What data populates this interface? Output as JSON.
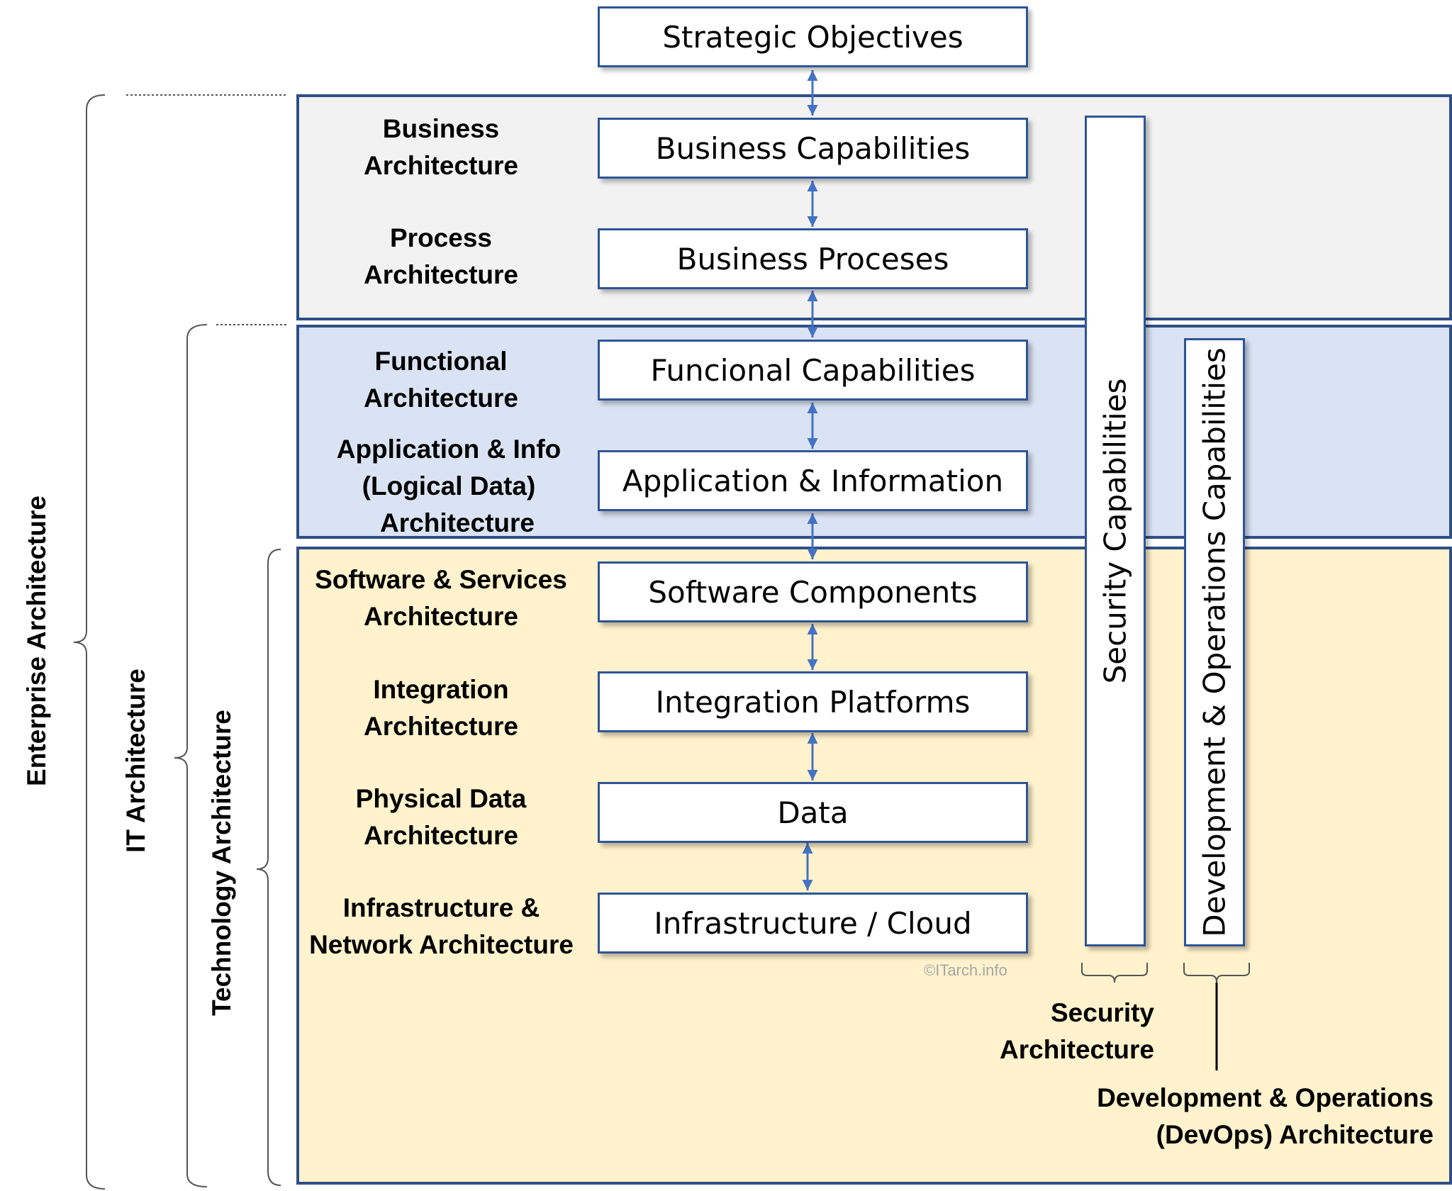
{
  "layers": {
    "strategic_objectives": "Strategic Objectives",
    "business_capabilities": "Business Capabilities",
    "business_processes": "Business Proceses",
    "functional_capabilities": "Funcional Capabilities",
    "application_information": "Application & Information",
    "software_components": "Software Components",
    "integration_platforms": "Integration Platforms",
    "data": "Data",
    "infrastructure_cloud": "Infrastructure / Cloud"
  },
  "architecture_labels": {
    "business": [
      "Business",
      "Architecture"
    ],
    "process": [
      "Process",
      "Architecture"
    ],
    "functional": [
      "Functional",
      "Architecture"
    ],
    "application_info": [
      "Application & Info",
      "(Logical Data)",
      "Architecture"
    ],
    "software_services": [
      "Software & Services",
      "Architecture"
    ],
    "integration": [
      "Integration",
      "Architecture"
    ],
    "physical_data": [
      "Physical Data",
      "Architecture"
    ],
    "infrastructure_network": [
      "Infrastructure &",
      "Network Architecture"
    ]
  },
  "cross_cutting": {
    "security_capabilities": "Security Capabilities",
    "devops_capabilities": "Development & Operations Capabilities",
    "security_architecture": [
      "Security",
      "Architecture"
    ],
    "devops_architecture": [
      "Development & Operations",
      "(DevOps) Architecture"
    ]
  },
  "scopes": {
    "enterprise": "Enterprise Architecture",
    "it": "IT Architecture",
    "technology": "Technology Architecture"
  },
  "colors": {
    "business_band": "#f2f2f2",
    "it_band": "#dae3f3",
    "technology_band": "#fff2cc",
    "border": "#2f4f87",
    "arrow": "#4472c4"
  },
  "copyright": "©ITarch.info"
}
